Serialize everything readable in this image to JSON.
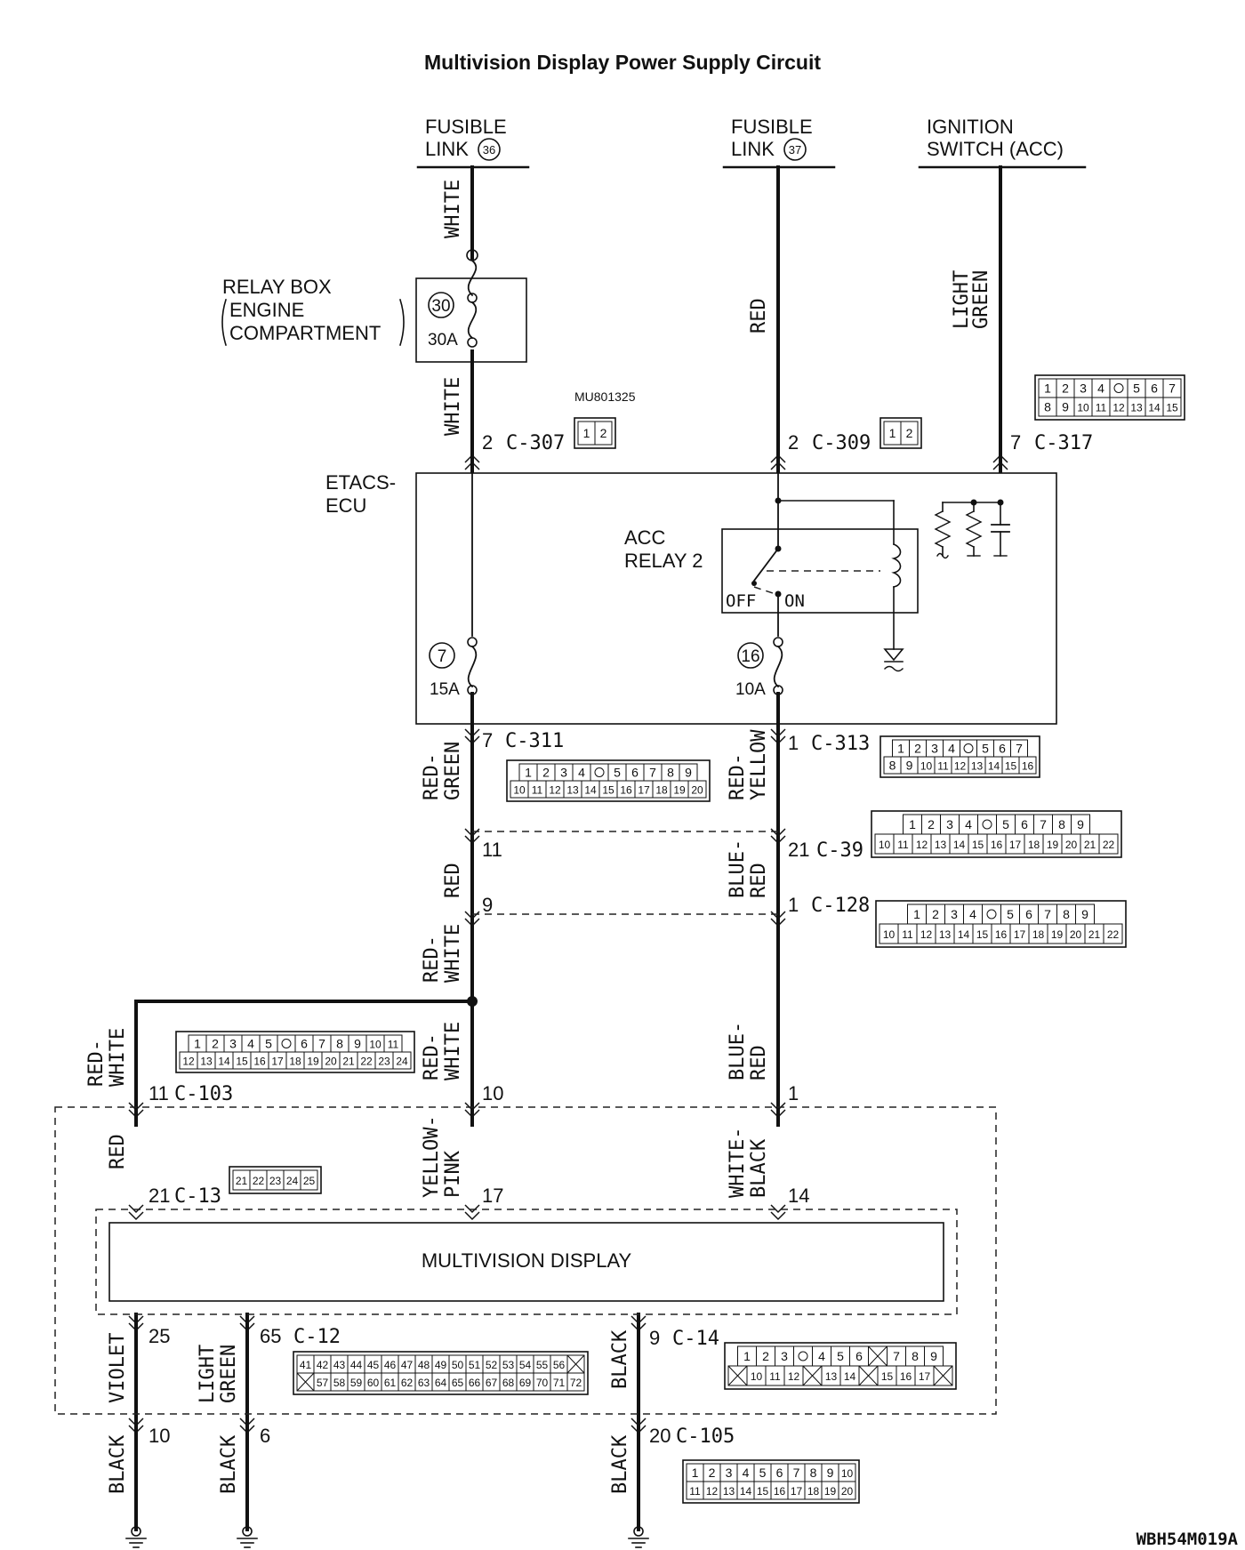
{
  "title": "Multivision Display Power Supply Circuit",
  "code": "WBH54M019A",
  "sources": {
    "fusible_link_36": {
      "line1": "FUSIBLE",
      "line2": "LINK",
      "num": "36"
    },
    "fusible_link_37": {
      "line1": "FUSIBLE",
      "line2": "LINK",
      "num": "37"
    },
    "ignition_switch": {
      "line1": "IGNITION",
      "line2": "SWITCH (ACC)"
    }
  },
  "relay_box": {
    "line1": "RELAY BOX",
    "line2": "ENGINE",
    "line3": "COMPARTMENT",
    "fuse_num": "30",
    "fuse_rating": "30A"
  },
  "etacs": {
    "line1": "ETACS-",
    "line2": "ECU",
    "relay_line1": "ACC",
    "relay_line2": "RELAY 2",
    "off": "OFF",
    "on": "ON",
    "fuse_a_num": "7",
    "fuse_a_rating": "15A",
    "fuse_b_num": "16",
    "fuse_b_rating": "10A"
  },
  "part_number": "MU801325",
  "display_label": "MULTIVISION DISPLAY",
  "wires": {
    "w1": "WHITE",
    "w2": "WHITE",
    "red": "RED",
    "lgreen1": "LIGHT",
    "lgreen2": "GREEN",
    "rg1": "RED-",
    "rg2": "GREEN",
    "ry1": "RED-",
    "ry2": "YELLOW",
    "red2": "RED",
    "br1a": "BLUE-",
    "br1b": "RED",
    "rw1a": "RED-",
    "rw1b": "WHITE",
    "rw2a": "RED-",
    "rw2b": "WHITE",
    "rw3a": "RED-",
    "rw3b": "WHITE",
    "br2a": "BLUE-",
    "br2b": "RED",
    "red3": "RED",
    "yp1": "YELLOW-",
    "yp2": "PINK",
    "wb1": "WHITE-",
    "wb2": "BLACK",
    "violet": "VIOLET",
    "lg2a": "LIGHT",
    "lg2b": "GREEN",
    "black1": "BLACK",
    "black2": "BLACK",
    "black3": "BLACK",
    "black4": "BLACK"
  },
  "connectors": {
    "c307": {
      "pin": "2",
      "id": "C-307"
    },
    "c309": {
      "pin": "2",
      "id": "C-309"
    },
    "c317": {
      "pin": "7",
      "id": "C-317"
    },
    "c311": {
      "pin": "7",
      "id": "C-311"
    },
    "c313": {
      "pin": "1",
      "id": "C-313"
    },
    "c39_left": "11",
    "c39": {
      "pin": "21",
      "id": "C-39"
    },
    "c128_left": "9",
    "c128": {
      "pin": "1",
      "id": "C-128"
    },
    "c103": {
      "pin": "11",
      "id": "C-103"
    },
    "c103_mid": "10",
    "c103_right": "1",
    "c13": {
      "pin": "21",
      "id": "C-13"
    },
    "c13_mid": "17",
    "c13_right": "14",
    "c12_left": "25",
    "c12": {
      "pin": "65",
      "id": "C-12"
    },
    "c14": {
      "pin": "9",
      "id": "C-14"
    },
    "c105_a": "10",
    "c105_b": "6",
    "c105": {
      "pin": "20",
      "id": "C-105"
    }
  },
  "connector_pins": {
    "c307": [
      [
        "1",
        "2"
      ]
    ],
    "c309": [
      [
        "1",
        "2"
      ]
    ],
    "c317": [
      [
        "1",
        "2",
        "3",
        "4",
        "",
        "5",
        "6",
        "7"
      ],
      [
        "8",
        "9",
        "10",
        "11",
        "12",
        "13",
        "14",
        "15"
      ]
    ],
    "c311": [
      [
        "1",
        "2",
        "3",
        "4",
        "",
        "5",
        "6",
        "7",
        "8",
        "9"
      ],
      [
        "10",
        "11",
        "12",
        "13",
        "14",
        "15",
        "16",
        "17",
        "18",
        "19",
        "20"
      ]
    ],
    "c313": [
      [
        "1",
        "2",
        "3",
        "4",
        "",
        "5",
        "6",
        "7"
      ],
      [
        "8",
        "9",
        "10",
        "11",
        "12",
        "13",
        "14",
        "15",
        "16"
      ]
    ],
    "c39": [
      [
        "1",
        "2",
        "3",
        "4",
        "",
        "5",
        "6",
        "7",
        "8",
        "9"
      ],
      [
        "10",
        "11",
        "12",
        "13",
        "14",
        "15",
        "16",
        "17",
        "18",
        "19",
        "20",
        "21",
        "22"
      ]
    ],
    "c128": [
      [
        "1",
        "2",
        "3",
        "4",
        "",
        "5",
        "6",
        "7",
        "8",
        "9"
      ],
      [
        "10",
        "11",
        "12",
        "13",
        "14",
        "15",
        "16",
        "17",
        "18",
        "19",
        "20",
        "21",
        "22"
      ]
    ],
    "c103": [
      [
        "1",
        "2",
        "3",
        "4",
        "5",
        "",
        "6",
        "7",
        "8",
        "9",
        "10",
        "11"
      ],
      [
        "12",
        "13",
        "14",
        "15",
        "16",
        "17",
        "18",
        "19",
        "20",
        "21",
        "22",
        "23",
        "24"
      ]
    ],
    "c13": [
      [
        "21",
        "22",
        "23",
        "24",
        "25"
      ]
    ],
    "c12": [
      [
        "41",
        "42",
        "43",
        "44",
        "45",
        "46",
        "47",
        "48",
        "49",
        "50",
        "51",
        "52",
        "53",
        "54",
        "55",
        "56",
        "X"
      ],
      [
        "X",
        "57",
        "58",
        "59",
        "60",
        "61",
        "62",
        "63",
        "64",
        "65",
        "66",
        "67",
        "68",
        "69",
        "70",
        "71",
        "72"
      ]
    ],
    "c14": [
      [
        "1",
        "2",
        "3",
        "",
        "4",
        "5",
        "6",
        "X",
        "7",
        "8",
        "9"
      ],
      [
        "X",
        "10",
        "11",
        "12",
        "X",
        "13",
        "14",
        "X",
        "15",
        "16",
        "17",
        "X"
      ]
    ],
    "c105": [
      [
        "1",
        "2",
        "3",
        "4",
        "5",
        "6",
        "7",
        "8",
        "9",
        "10"
      ],
      [
        "11",
        "12",
        "13",
        "14",
        "15",
        "16",
        "17",
        "18",
        "19",
        "20"
      ]
    ]
  }
}
